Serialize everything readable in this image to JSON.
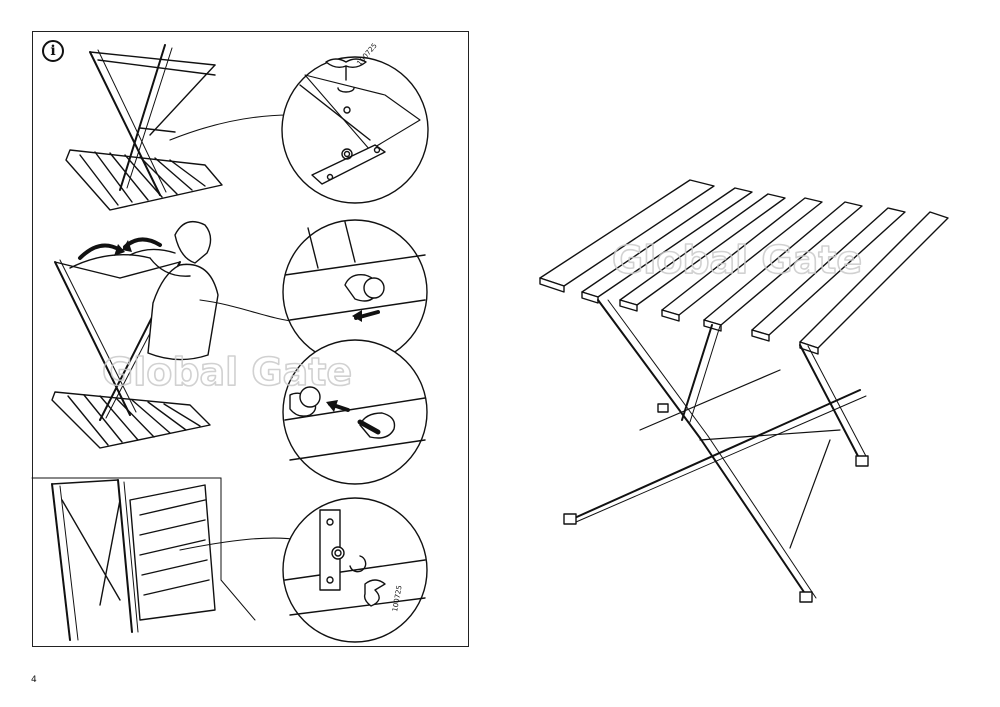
{
  "page": {
    "number": "4",
    "info_symbol": "i"
  },
  "parts": {
    "top_label": "100725",
    "bottom_label": "100725"
  },
  "watermark": {
    "text_left": "Global Gate",
    "text_right": "Global Gate"
  }
}
